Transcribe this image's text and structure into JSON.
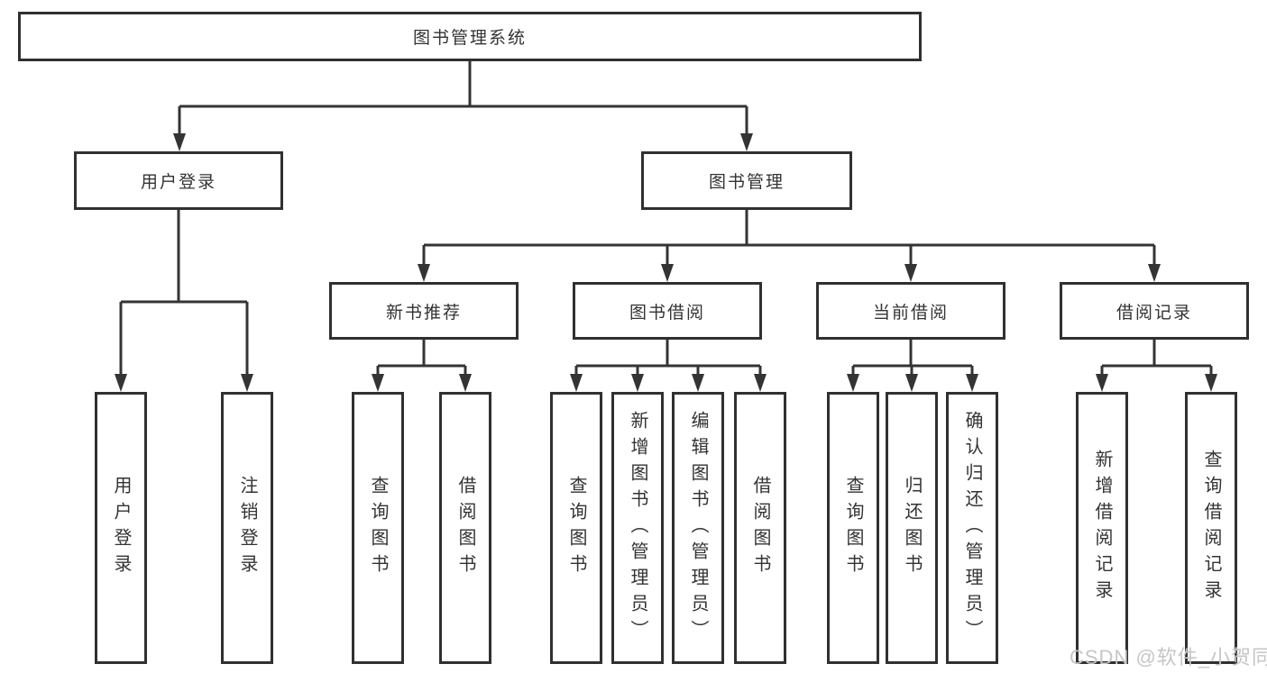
{
  "diagram": {
    "root": "图书管理系统",
    "level2": [
      "用户登录",
      "图书管理"
    ],
    "level3": [
      "新书推荐",
      "图书借阅",
      "当前借阅",
      "借阅记录"
    ],
    "leaves": {
      "login": [
        "用户登录",
        "注销登录"
      ],
      "recommend": [
        "查询图书",
        "借阅图书"
      ],
      "borrow": [
        "查询图书",
        "新增图书（管理员）",
        "编辑图书（管理员）",
        "借阅图书"
      ],
      "current": [
        "查询图书",
        "归还图书",
        "确认归还（管理员）"
      ],
      "records": [
        "新增借阅记录",
        "查询借阅记录"
      ]
    }
  },
  "watermark": {
    "text": "CSDN @软件_小贺同学"
  },
  "colors": {
    "bg": "#ffffff",
    "border": "#303030",
    "line": "#343434",
    "text": "#333333",
    "watermark": "#c6c6c6"
  }
}
